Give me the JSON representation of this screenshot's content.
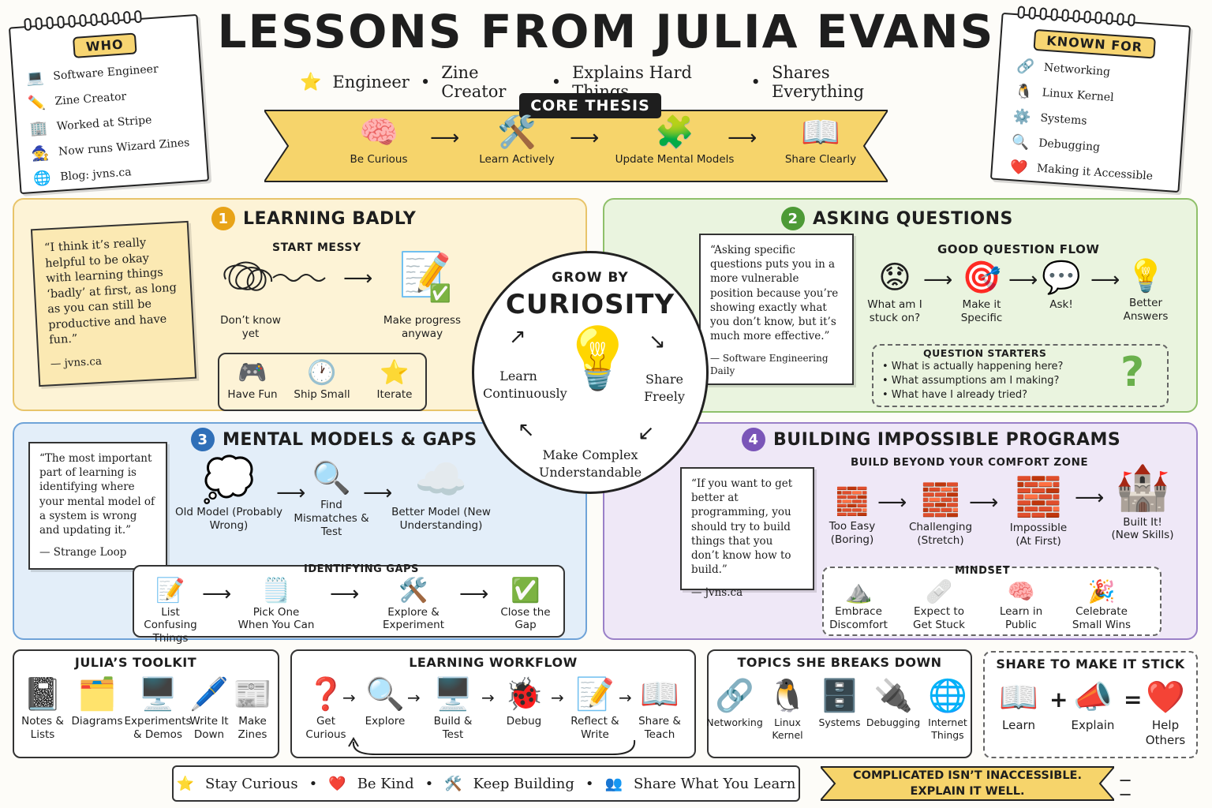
{
  "title": "LESSONS FROM JULIA EVANS",
  "subtitle": [
    "Engineer",
    "Zine Creator",
    "Explains Hard Things",
    "Shares Everything"
  ],
  "who": {
    "tag": "WHO",
    "items": [
      {
        "icon": "laptop-icon",
        "glyph": "💻",
        "text": "Software Engineer"
      },
      {
        "icon": "pencil-icon",
        "glyph": "✏️",
        "text": "Zine Creator"
      },
      {
        "icon": "building-icon",
        "glyph": "🏢",
        "text": "Worked at Stripe"
      },
      {
        "icon": "wizard-hat-icon",
        "glyph": "🧙",
        "text": "Now runs Wizard Zines"
      },
      {
        "icon": "globe-icon",
        "glyph": "🌐",
        "text": "Blog: jvns.ca"
      }
    ]
  },
  "known_for": {
    "tag": "KNOWN FOR",
    "items": [
      {
        "icon": "network-icon",
        "glyph": "🔗",
        "text": "Networking"
      },
      {
        "icon": "penguin-icon",
        "glyph": "🐧",
        "text": "Linux Kernel"
      },
      {
        "icon": "gears-icon",
        "glyph": "⚙️",
        "text": "Systems"
      },
      {
        "icon": "magnifier-icon",
        "glyph": "🔍",
        "text": "Debugging"
      },
      {
        "icon": "heart-icon",
        "glyph": "❤️",
        "text": "Making it Accessible"
      }
    ]
  },
  "core": {
    "label": "CORE THESIS",
    "steps": [
      {
        "icon": "brain-icon",
        "glyph": "🧠",
        "text": "Be Curious"
      },
      {
        "icon": "tools-icon",
        "glyph": "🛠️",
        "text": "Learn Actively"
      },
      {
        "icon": "puzzle-icon",
        "glyph": "🧩",
        "text": "Update Mental Models"
      },
      {
        "icon": "book-icon",
        "glyph": "📖",
        "text": "Share Clearly"
      }
    ]
  },
  "s1": {
    "num": "1",
    "title": "LEARNING BADLY",
    "quote": "“I think it’s really helpful to be okay with learning things ‘badly’ at first, as long as you can still be productive and have fun.”",
    "source": "— jvns.ca",
    "flow_label": "START MESSY",
    "flow": [
      {
        "text": "Don’t know yet"
      },
      {
        "text": "Make progress anyway"
      }
    ],
    "habits": [
      {
        "icon": "gamepad-icon",
        "glyph": "🎮",
        "text": "Have Fun"
      },
      {
        "icon": "clock-icon",
        "glyph": "🕐",
        "text": "Ship Small"
      },
      {
        "icon": "star-icon",
        "glyph": "⭐",
        "text": "Iterate"
      }
    ]
  },
  "s2": {
    "num": "2",
    "title": "ASKING QUESTIONS",
    "quote": "“Asking specific questions puts you in a more vulnerable position because you’re showing exactly what you don’t know, but it’s much more effective.”",
    "source": "— Software Engineering Daily",
    "flow_label": "GOOD QUESTION FLOW",
    "flow": [
      {
        "icon": "worried-face-icon",
        "glyph": "😟",
        "text": "What am I stuck on?"
      },
      {
        "icon": "target-icon",
        "glyph": "🎯",
        "text": "Make it Specific"
      },
      {
        "icon": "speech-bubble-icon",
        "glyph": "💬",
        "text": "Ask!"
      },
      {
        "icon": "lightbulb-icon",
        "glyph": "💡",
        "text": "Better Answers"
      }
    ],
    "starters_label": "QUESTION STARTERS",
    "starters": [
      "• What is actually happening here?",
      "• What assumptions am I making?",
      "• What have I already tried?"
    ]
  },
  "center": {
    "top": "GROW BY",
    "big": "CURIOSITY",
    "left": "Learn Continuously",
    "right": "Share Freely",
    "bottom": "Make Complex Understandable"
  },
  "s3": {
    "num": "3",
    "title": "MENTAL MODELS & GAPS",
    "quote": "“The most important part of learning is identifying where your mental model of a system is wrong and updating it.”",
    "source": "— Strange Loop",
    "flow": [
      {
        "icon": "thought-cloud-icon",
        "glyph": "💭",
        "text": "Old Model (Probably Wrong)"
      },
      {
        "icon": "magnifier-icon",
        "glyph": "🔍",
        "text": "Find Mismatches & Test"
      },
      {
        "icon": "cloud-model-icon",
        "glyph": "☁️",
        "text": "Better Model (New Understanding)"
      }
    ],
    "gaps_label": "IDENTIFYING GAPS",
    "gaps": [
      {
        "icon": "notepad-icon",
        "glyph": "📝",
        "text": "List Confusing Things"
      },
      {
        "icon": "sticky-note-icon",
        "glyph": "🗒️",
        "text": "Pick One When You Can"
      },
      {
        "icon": "tools-icon",
        "glyph": "🛠️",
        "text": "Explore & Experiment"
      },
      {
        "icon": "check-icon",
        "glyph": "✅",
        "text": "Close the Gap"
      }
    ]
  },
  "s4": {
    "num": "4",
    "title": "BUILDING IMPOSSIBLE PROGRAMS",
    "quote": "“If you want to get better at programming, you should try to build things that you don’t know how to build.”",
    "source": "— jvns.ca",
    "flow_label": "BUILD BEYOND YOUR COMFORT ZONE",
    "flow": [
      {
        "icon": "small-brick-icon",
        "glyph": "🧱",
        "text": "Too Easy (Boring)"
      },
      {
        "icon": "yellow-brick-icon",
        "glyph": "🧱",
        "text": "Challenging (Stretch)"
      },
      {
        "icon": "brick-stack-icon",
        "glyph": "🧱",
        "text": "Impossible (At First)"
      },
      {
        "icon": "castle-icon",
        "glyph": "🏰",
        "text": "Built It! (New Skills)"
      }
    ],
    "mindset_label": "MINDSET",
    "mindset": [
      {
        "icon": "mountain-icon",
        "glyph": "⛰️",
        "text": "Embrace Discomfort"
      },
      {
        "icon": "bandage-icon",
        "glyph": "🩹",
        "text": "Expect to Get Stuck"
      },
      {
        "icon": "brain-icon",
        "glyph": "🧠",
        "text": "Learn in Public"
      },
      {
        "icon": "party-popper-icon",
        "glyph": "🎉",
        "text": "Celebrate Small Wins"
      }
    ]
  },
  "toolkit": {
    "title": "JULIA’S TOOLKIT",
    "items": [
      {
        "icon": "notebook-icon",
        "glyph": "📓",
        "text": "Notes & Lists"
      },
      {
        "icon": "diagram-icon",
        "glyph": "🗂️",
        "text": "Diagrams"
      },
      {
        "icon": "terminal-icon",
        "glyph": "🖥️",
        "text": "Experiments & Demos"
      },
      {
        "icon": "pen-icon",
        "glyph": "🖊️",
        "text": "Write It Down"
      },
      {
        "icon": "zine-icon",
        "glyph": "📰",
        "text": "Make Zines"
      }
    ]
  },
  "workflow": {
    "title": "LEARNING WORKFLOW",
    "items": [
      {
        "icon": "question-mark-icon",
        "glyph": "❓",
        "text": "Get Curious"
      },
      {
        "icon": "magnifier-icon",
        "glyph": "🔍",
        "text": "Explore"
      },
      {
        "icon": "code-window-icon",
        "glyph": "🖥️",
        "text": "Build & Test"
      },
      {
        "icon": "bug-icon",
        "glyph": "🐞",
        "text": "Debug"
      },
      {
        "icon": "notepad-icon",
        "glyph": "📝",
        "text": "Reflect & Write"
      },
      {
        "icon": "book-icon",
        "glyph": "📖",
        "text": "Share & Teach"
      }
    ]
  },
  "topics": {
    "title": "TOPICS SHE BREAKS DOWN",
    "items": [
      {
        "icon": "network-icon",
        "glyph": "🔗",
        "text": "Networking"
      },
      {
        "icon": "penguin-icon",
        "glyph": "🐧",
        "text": "Linux Kernel"
      },
      {
        "icon": "server-icon",
        "glyph": "🗄️",
        "text": "Systems"
      },
      {
        "icon": "plug-icon",
        "glyph": "🔌",
        "text": "Debugging"
      },
      {
        "icon": "globe-icon",
        "glyph": "🌐",
        "text": "Internet Things"
      }
    ]
  },
  "share": {
    "title": "SHARE TO MAKE IT STICK",
    "items": [
      {
        "icon": "book-icon",
        "glyph": "📖",
        "text": "Learn"
      },
      {
        "icon": "megaphone-icon",
        "glyph": "📣",
        "text": "Explain"
      },
      {
        "icon": "heart-icon",
        "glyph": "❤️",
        "text": "Help Others"
      }
    ],
    "plus": "+",
    "equals": "="
  },
  "values": [
    {
      "icon": "star-icon",
      "glyph": "⭐",
      "text": "Stay Curious"
    },
    {
      "icon": "heart-icon",
      "glyph": "❤️",
      "text": "Be Kind"
    },
    {
      "icon": "tools-icon",
      "glyph": "🛠️",
      "text": "Keep Building"
    },
    {
      "icon": "people-icon",
      "glyph": "👥",
      "text": "Share What You Learn"
    }
  ],
  "banner": {
    "line1": "COMPLICATED ISN’T INACCESSIBLE.",
    "line2": "EXPLAIN IT WELL."
  },
  "colors": {
    "yellow": "#fdf3d6",
    "green": "#eaf4df",
    "blue": "#e3eef9",
    "purple": "#efe8f7",
    "gold": "#f6d46b"
  }
}
